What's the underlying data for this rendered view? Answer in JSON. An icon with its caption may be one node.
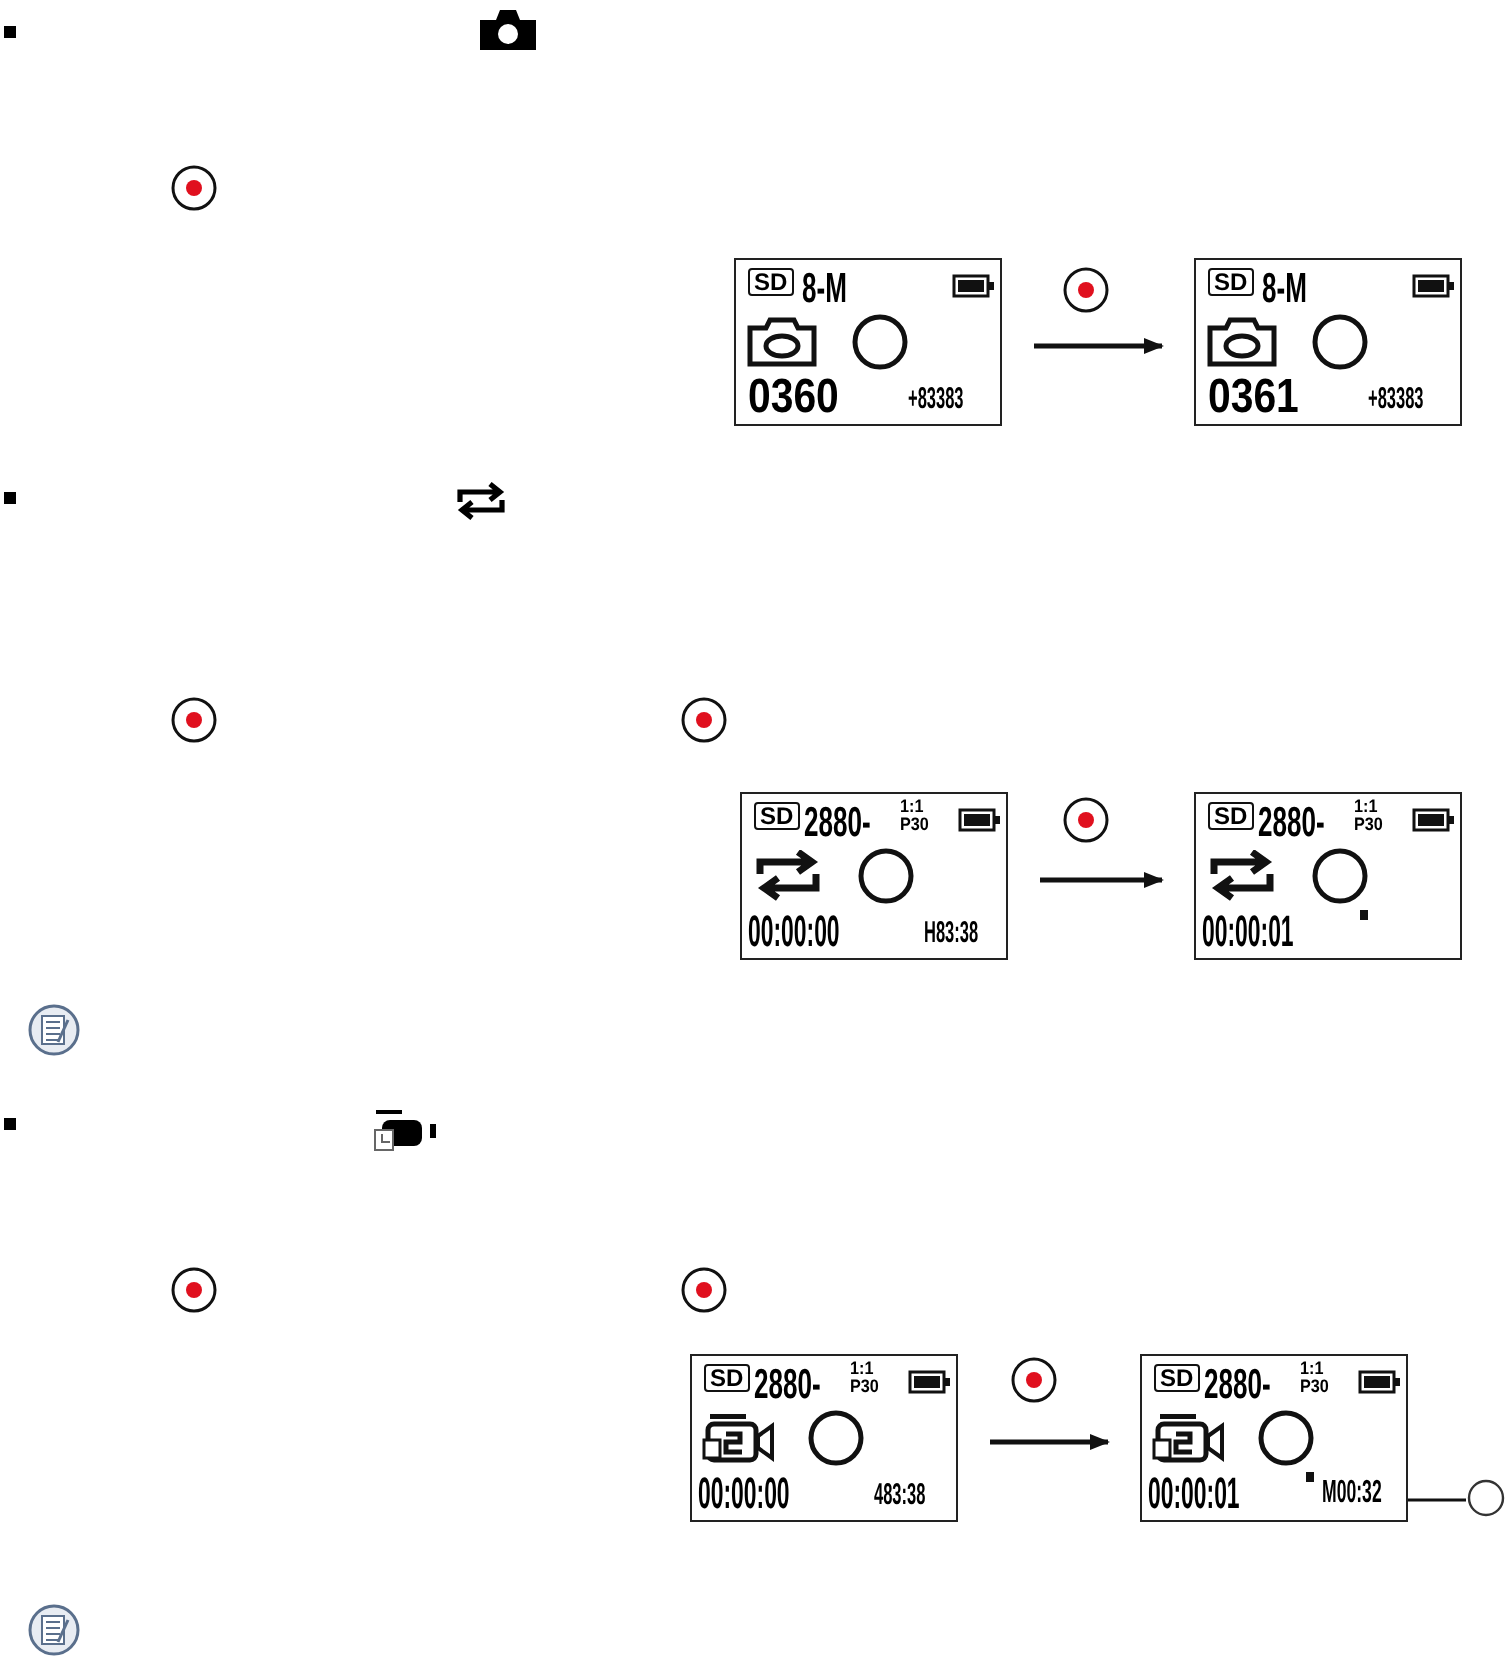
{
  "diagram": {
    "nodes": [
      {
        "text": [
          "SD",
          "8-M",
          "0360",
          "+83383"
        ]
      },
      {
        "text": [
          "SD",
          "8-M",
          "0361",
          "+83383"
        ]
      },
      {
        "text": [
          "SD",
          "2880-",
          "1:1",
          "P30",
          "00:00:00",
          "H83:38"
        ]
      },
      {
        "text": [
          "SD",
          "2880-",
          "1:1",
          "P30",
          "00:00:01"
        ]
      },
      {
        "text": [
          "SD",
          "2880-",
          "1:1",
          "P30",
          "00:00:00",
          "483:38"
        ]
      },
      {
        "text": [
          "SD",
          "2880-",
          "1:1",
          "P30",
          "00:00:01"
        ]
      },
      {
        "text": [
          "M00:32"
        ],
        "in": 5
      },
      {
        "text": [],
        "shape": "circle"
      }
    ],
    "edges": [
      {
        "from": 0,
        "to": 1,
        "arrow": "to"
      },
      {
        "from": 2,
        "to": 3,
        "arrow": "to"
      },
      {
        "from": 4,
        "to": 5,
        "arrow": "to"
      },
      {
        "from": 6,
        "to": 7,
        "arrow": "other"
      }
    ]
  }
}
